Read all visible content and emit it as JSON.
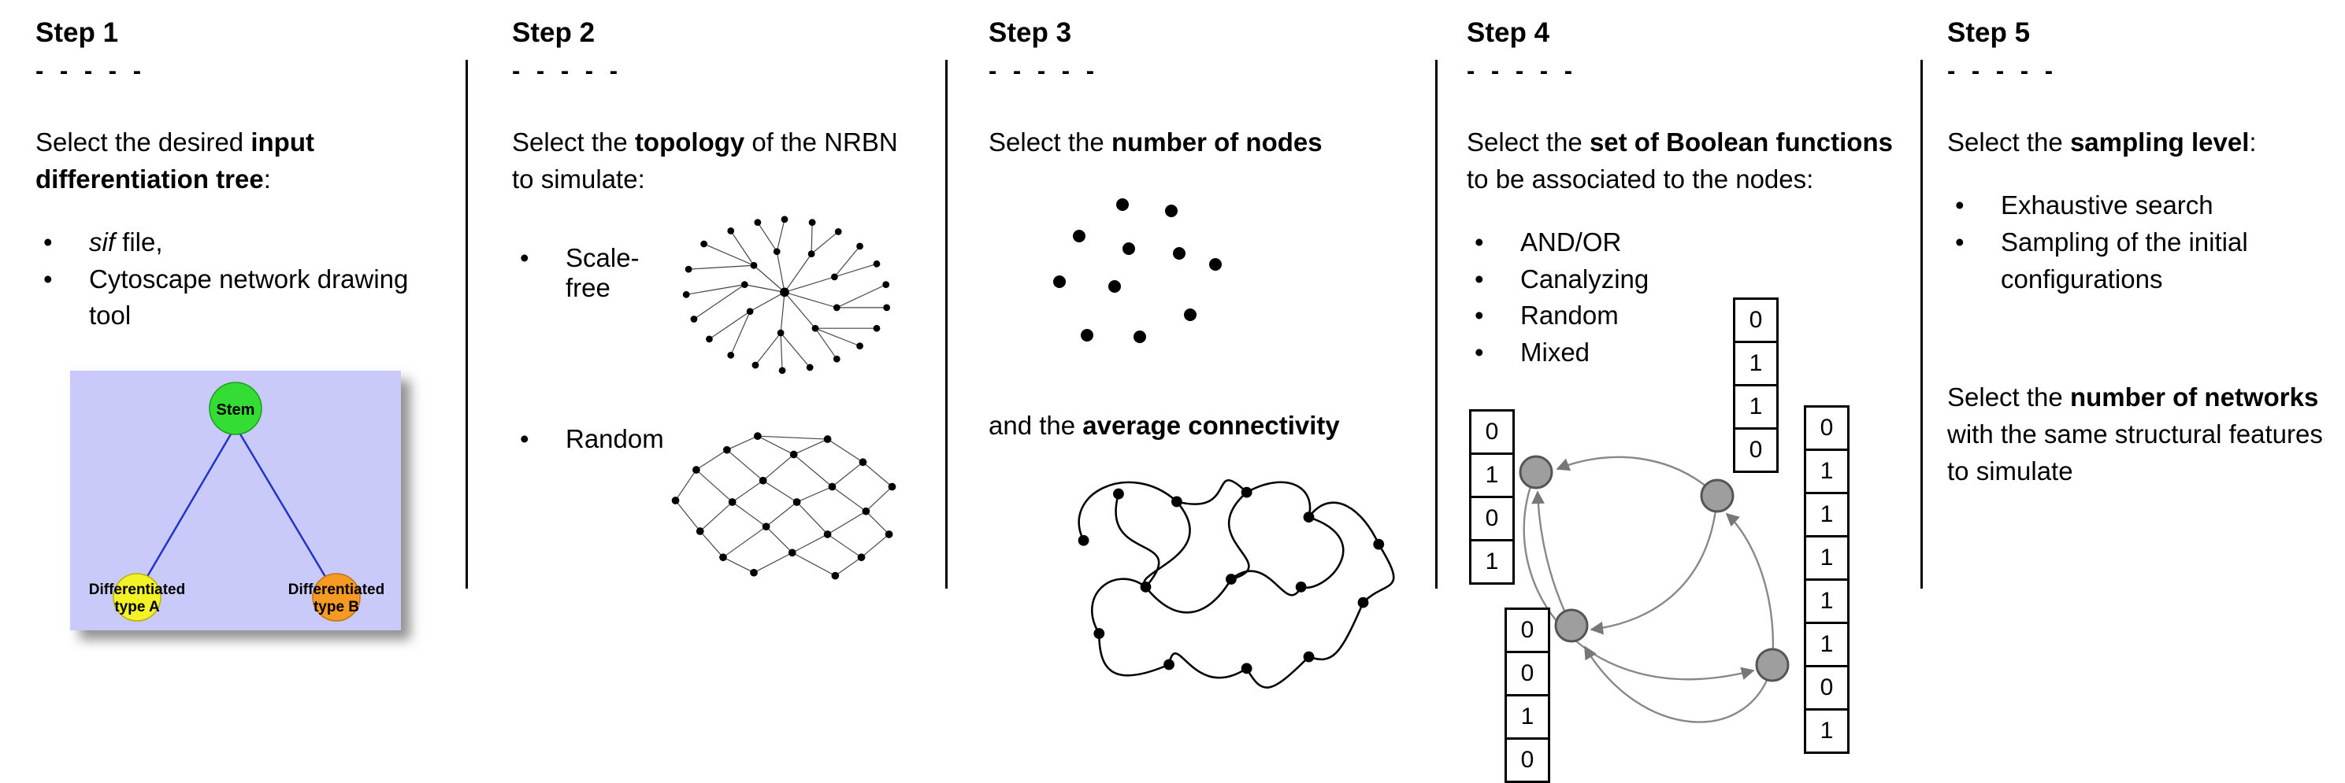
{
  "step1": {
    "title": "Step 1",
    "dashes": "- - - - -",
    "intro": {
      "pre": "Select the desired ",
      "bold": "input differentiation tree",
      "post": ":"
    },
    "bullet1": {
      "italic": "sif",
      "rest": " file,"
    },
    "bullet2": "Cytoscape network drawing tool",
    "tree": {
      "stem": "Stem",
      "left1": "Differentiated",
      "left2": "type A",
      "right1": "Differentiated",
      "right2": "type B",
      "bg": "#c9c9fa",
      "stem_color": "#33dd33",
      "left_color": "#f2f226",
      "right_color": "#f59a23",
      "edge_color": "#2233cc"
    }
  },
  "step2": {
    "title": "Step 2",
    "dashes": "- - - - -",
    "intro": {
      "pre": "Select the ",
      "bold": "topology",
      "post": " of the NRBN to simulate:"
    },
    "bullets": [
      "Scale-free",
      "Random"
    ]
  },
  "step3": {
    "title": "Step 3",
    "dashes": "- - - - -",
    "line1": {
      "pre": "Select the ",
      "bold": "number of nodes",
      "post": ""
    },
    "line2": {
      "pre": "and the ",
      "bold": "average connectivity",
      "post": ""
    }
  },
  "step4": {
    "title": "Step 4",
    "dashes": "- - - - -",
    "intro": {
      "pre": "Select the ",
      "bold": "set of Boolean functions",
      "post": " to be associated to the nodes:"
    },
    "bullets": [
      "AND/OR",
      "Canalyzing",
      "Random",
      "Mixed"
    ],
    "tables": {
      "left": [
        "0",
        "1",
        "0",
        "1"
      ],
      "top": [
        "0",
        "1",
        "1",
        "0"
      ],
      "bottom_left": [
        "0",
        "0",
        "1",
        "0"
      ],
      "right": [
        "0",
        "1",
        "1",
        "1",
        "1",
        "1",
        "0",
        "1"
      ]
    }
  },
  "step5": {
    "title": "Step 5",
    "dashes": "- - - - -",
    "intro": {
      "pre": "Select the ",
      "bold": "sampling level",
      "post": ":"
    },
    "bullets": [
      "Exhaustive search",
      "Sampling of the initial configurations"
    ],
    "para": {
      "pre": "Select the ",
      "bold": "number of networks",
      "post": " with the same structural features to simulate"
    }
  }
}
